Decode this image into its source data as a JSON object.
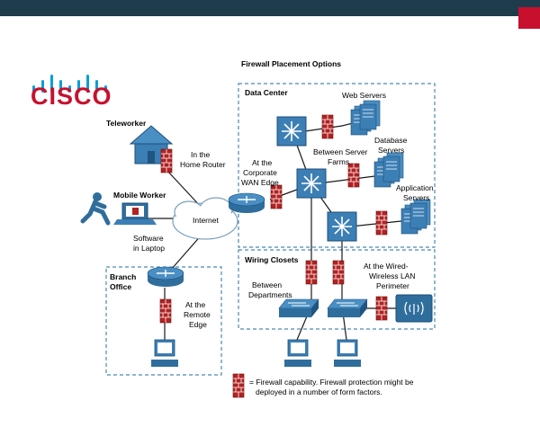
{
  "logo": {
    "text": "CISCO"
  },
  "title": "Firewall Placement Options",
  "zones": {
    "data_center": "Data Center",
    "wiring_closets": "Wiring Closets",
    "branch_office": [
      "Branch",
      "Office"
    ]
  },
  "devices": {
    "teleworker": "Teleworker",
    "mobile_worker": "Mobile Worker",
    "internet": "Internet",
    "web_servers": "Web Servers",
    "database_servers": [
      "Database",
      "Servers"
    ],
    "application_servers": [
      "Application",
      "Servers"
    ]
  },
  "labels": {
    "home_router": [
      "In the",
      "Home Router"
    ],
    "wan_edge": [
      "At the",
      "Corporate",
      "WAN Edge"
    ],
    "server_farms": [
      "Between Server",
      "Farms"
    ],
    "laptop": [
      "Software",
      "in Laptop"
    ],
    "departments": [
      "Between",
      "Departments"
    ],
    "wireless_lan": [
      "At the Wired-",
      "Wireless LAN",
      "Perimeter"
    ],
    "remote_edge": [
      "At the",
      "Remote",
      "Edge"
    ]
  },
  "legend": {
    "lines": [
      "= Firewall capability. Firewall protection might be",
      "deployed in a number of form factors."
    ]
  },
  "colors": {
    "topbar": "#1f3c4c",
    "accent_red": "#c8102e",
    "firewall": "#b22222",
    "device_blue": "#2f6e9c",
    "dash": "#4a8ab0",
    "logo_blue": "#049fd9"
  }
}
